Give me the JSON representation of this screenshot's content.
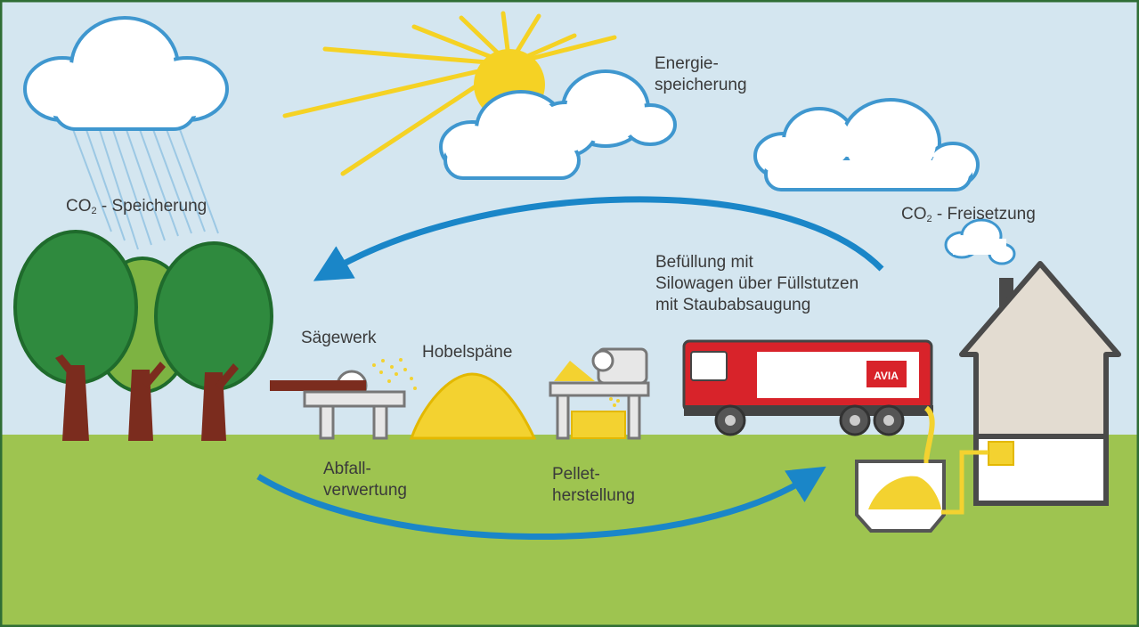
{
  "labels": {
    "co2_storage": {
      "co": "CO",
      "sub": "2",
      "rest": " - Speicherung"
    },
    "co2_release": {
      "co": "CO",
      "sub": "2",
      "rest": " - Freisetzung"
    },
    "energy": {
      "line1": "Energie-",
      "line2": "speicherung"
    },
    "filling": {
      "line1": "Befüllung mit",
      "line2": "Silowagen über Füllstutzen",
      "line3": "mit Staubabsaugung"
    },
    "sawmill": "Sägewerk",
    "shavings": "Hobelspäne",
    "waste": {
      "line1": "Abfall-",
      "line2": "verwertung"
    },
    "pellet": {
      "line1": "Pellet-",
      "line2": "herstellung"
    },
    "truck_logo": "AVIA"
  },
  "colors": {
    "sky": "#d4e6f0",
    "ground": "#9ec450",
    "ground_border": "#2f6e35",
    "cycle_arrow": "#1a86c8",
    "sun": "#f5d224",
    "tree_crown": "#2f8a3e",
    "tree_trunk": "#7b2c1e",
    "truck_red": "#d8232a",
    "pellets": "#f3d230"
  }
}
